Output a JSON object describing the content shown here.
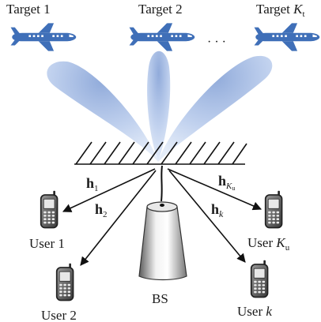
{
  "targets": [
    {
      "label": "Target 1"
    },
    {
      "label": "Target 2"
    },
    {
      "label_main": "Target ",
      "label_var": "K",
      "label_sub": "t"
    }
  ],
  "ellipsis": "· · ·",
  "channels": {
    "h1": {
      "main": "h",
      "sub": "1"
    },
    "h2": {
      "main": "h",
      "sub": "2"
    },
    "hKu": {
      "main": "h",
      "sub_var": "K",
      "sub_sub": "u"
    },
    "hk": {
      "main": "h",
      "sub_var": "k"
    }
  },
  "users": [
    {
      "label": "User 1"
    },
    {
      "label": "User 2"
    },
    {
      "label_main": "User ",
      "label_var": "K",
      "label_sub": "u"
    },
    {
      "label_main": "User ",
      "label_var": "k"
    }
  ],
  "base_station": {
    "label": "BS"
  },
  "colors": {
    "airplane": "#3f6fb8",
    "beam": "#9db7e3",
    "line": "#111111",
    "phone": "#2a2a2a"
  }
}
